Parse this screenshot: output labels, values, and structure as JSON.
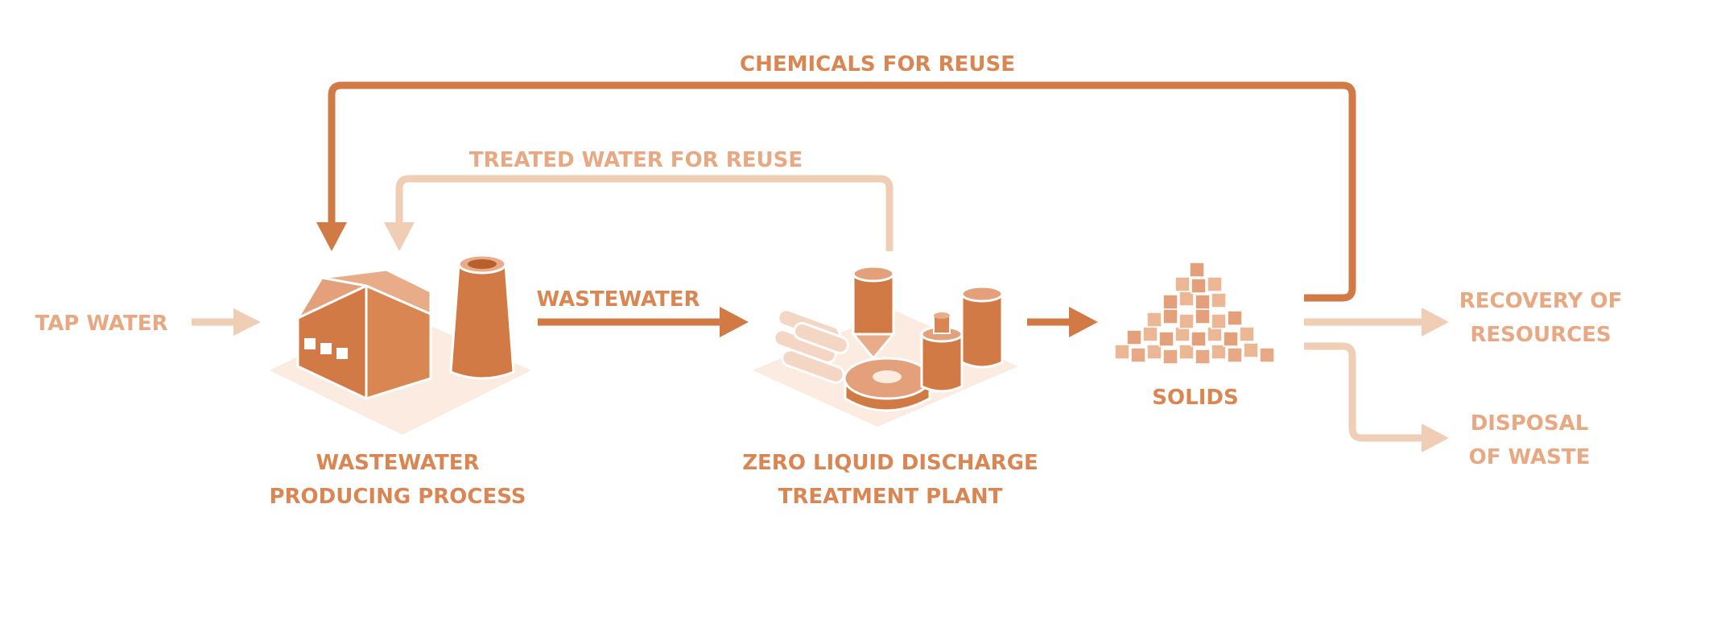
{
  "colors": {
    "dark": "#D17A45",
    "light": "#F0CDB5",
    "text_dark": "#D98652",
    "text_light": "#E8A882",
    "bg": "#ffffff"
  },
  "labels": {
    "chemicals_for_reuse": "CHEMICALS FOR REUSE",
    "treated_water_for_reuse": "TREATED WATER FOR REUSE",
    "tap_water": "TAP WATER",
    "wastewater": "WASTEWATER",
    "producing_process_line1": "WASTEWATER",
    "producing_process_line2": "PRODUCING PROCESS",
    "zld_line1": "ZERO LIQUID DISCHARGE",
    "zld_line2": "TREATMENT PLANT",
    "solids": "SOLIDS",
    "recovery_line1": "RECOVERY OF",
    "recovery_line2": "RESOURCES",
    "disposal_line1": "DISPOSAL",
    "disposal_line2": "OF WASTE"
  },
  "icons": [
    "factory-icon",
    "treatment-plant-icon",
    "solids-cubes-icon"
  ]
}
